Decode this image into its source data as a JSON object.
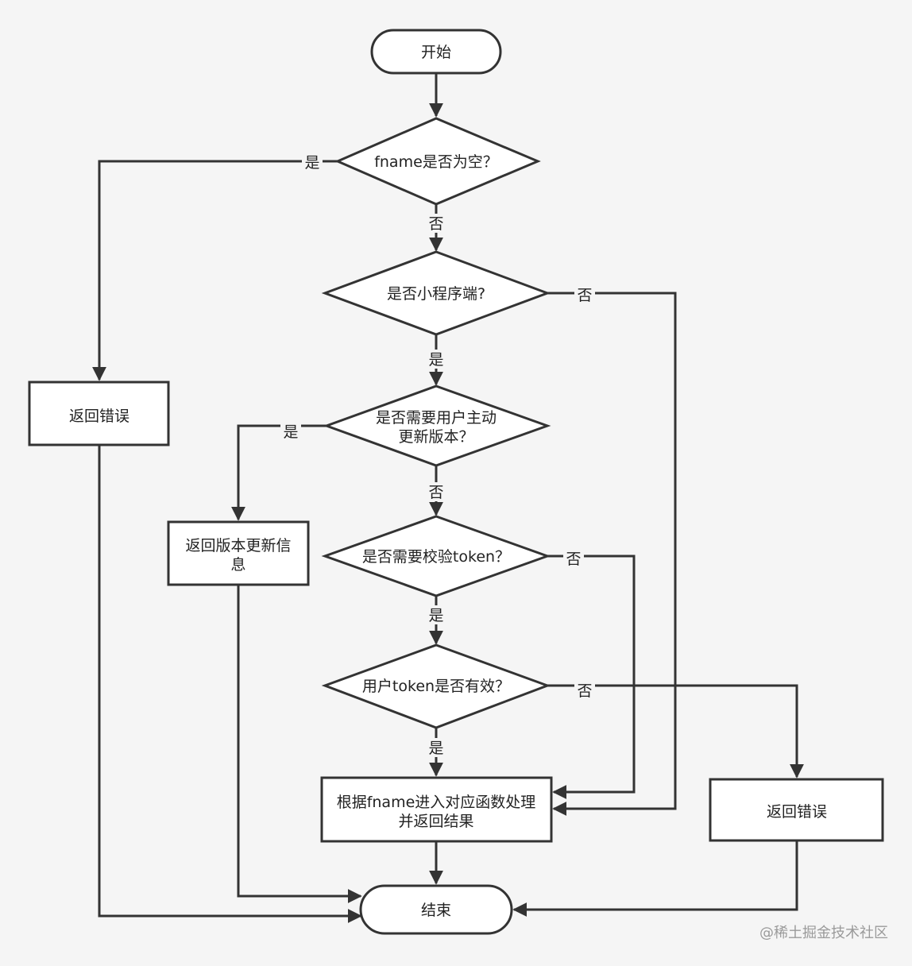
{
  "nodes": {
    "start": "开始",
    "q_fname_empty": "fname是否为空？",
    "q_miniprogram": "是否小程序端?",
    "q_update_1": "是否需要用户主动",
    "q_update_2": "更新版本？",
    "q_need_token": "是否需要校验token？",
    "q_token_valid": "用户token是否有效？",
    "process_1": "根据fname进入对应函数处理",
    "process_2": "并返回结果",
    "error_left": "返回错误",
    "version_info_1": "返回版本更新信",
    "version_info_2": "息",
    "error_right": "返回错误",
    "end": "结束"
  },
  "edges": {
    "yes": "是",
    "no": "否"
  },
  "watermark": "@稀土掘金技术社区"
}
